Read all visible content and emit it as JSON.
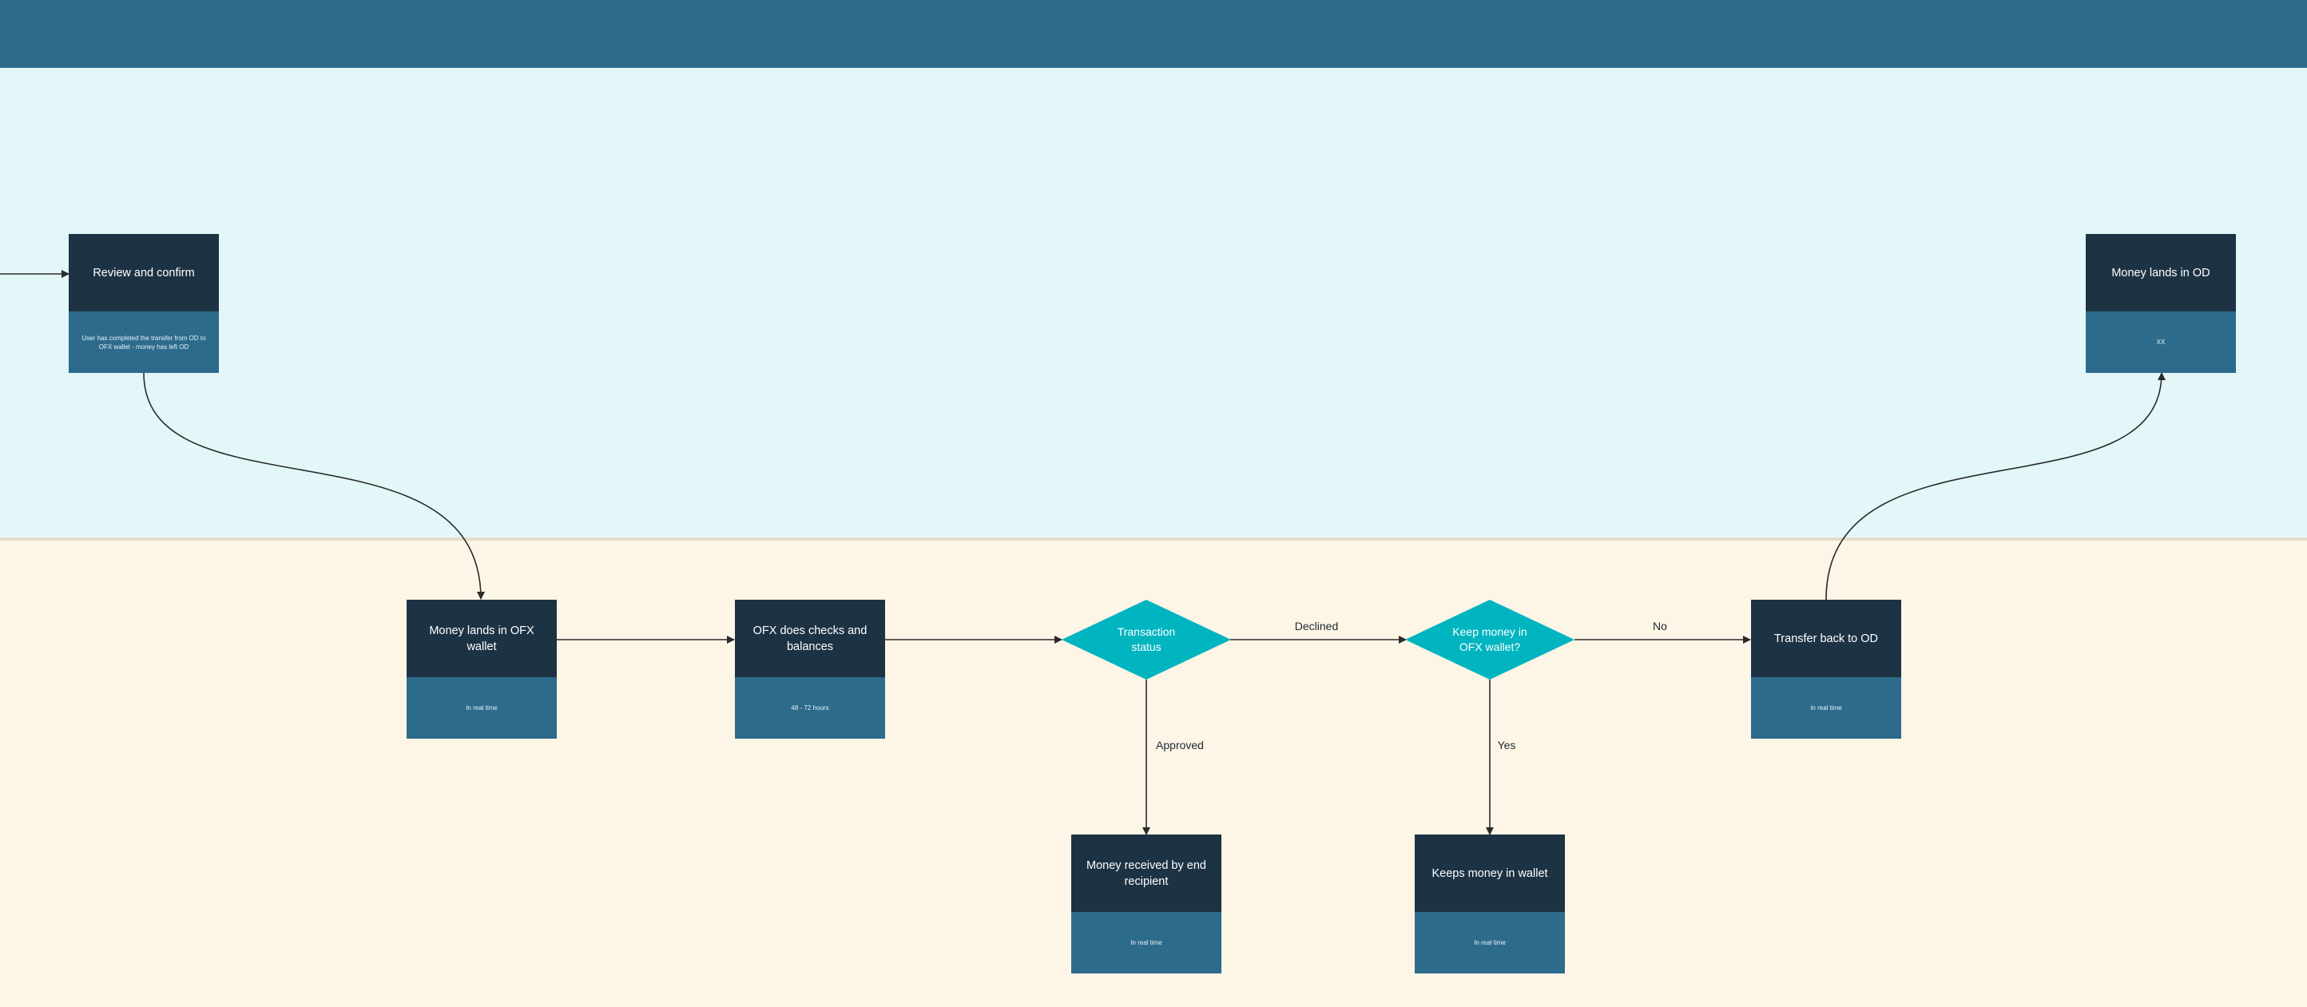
{
  "colors": {
    "header_bar": "#2d6b8c",
    "lane_top": "#e3f7f9",
    "lane_bottom": "#fdf5e6",
    "card_head": "#1d3344",
    "card_sub": "#2d6b8c",
    "decision": "#00b5c0",
    "connector": "#2b2b2b"
  },
  "nodes": {
    "review_confirm": {
      "title": "Review and confirm",
      "subtitle": "User has completed the transfer from OD to OFX wallet - money has left OD"
    },
    "money_lands_od": {
      "title": "Money lands in OD",
      "subtitle": "XX"
    },
    "money_lands_ofx": {
      "title": "Money lands in OFX wallet",
      "subtitle": "In real time"
    },
    "ofx_checks": {
      "title": "OFX does checks and balances",
      "subtitle": "48 - 72 hours"
    },
    "transaction_status": {
      "title": "Transaction status"
    },
    "keep_money": {
      "title": "Keep money in OFX wallet?"
    },
    "transfer_back": {
      "title": "Transfer back to OD",
      "subtitle": "In real time"
    },
    "money_received": {
      "title": "Money received by end recipient",
      "subtitle": "In real time"
    },
    "keeps_money": {
      "title": "Keeps money in wallet",
      "subtitle": "In real time"
    }
  },
  "edges": {
    "declined": "Declined",
    "no": "No",
    "approved": "Approved",
    "yes": "Yes"
  }
}
